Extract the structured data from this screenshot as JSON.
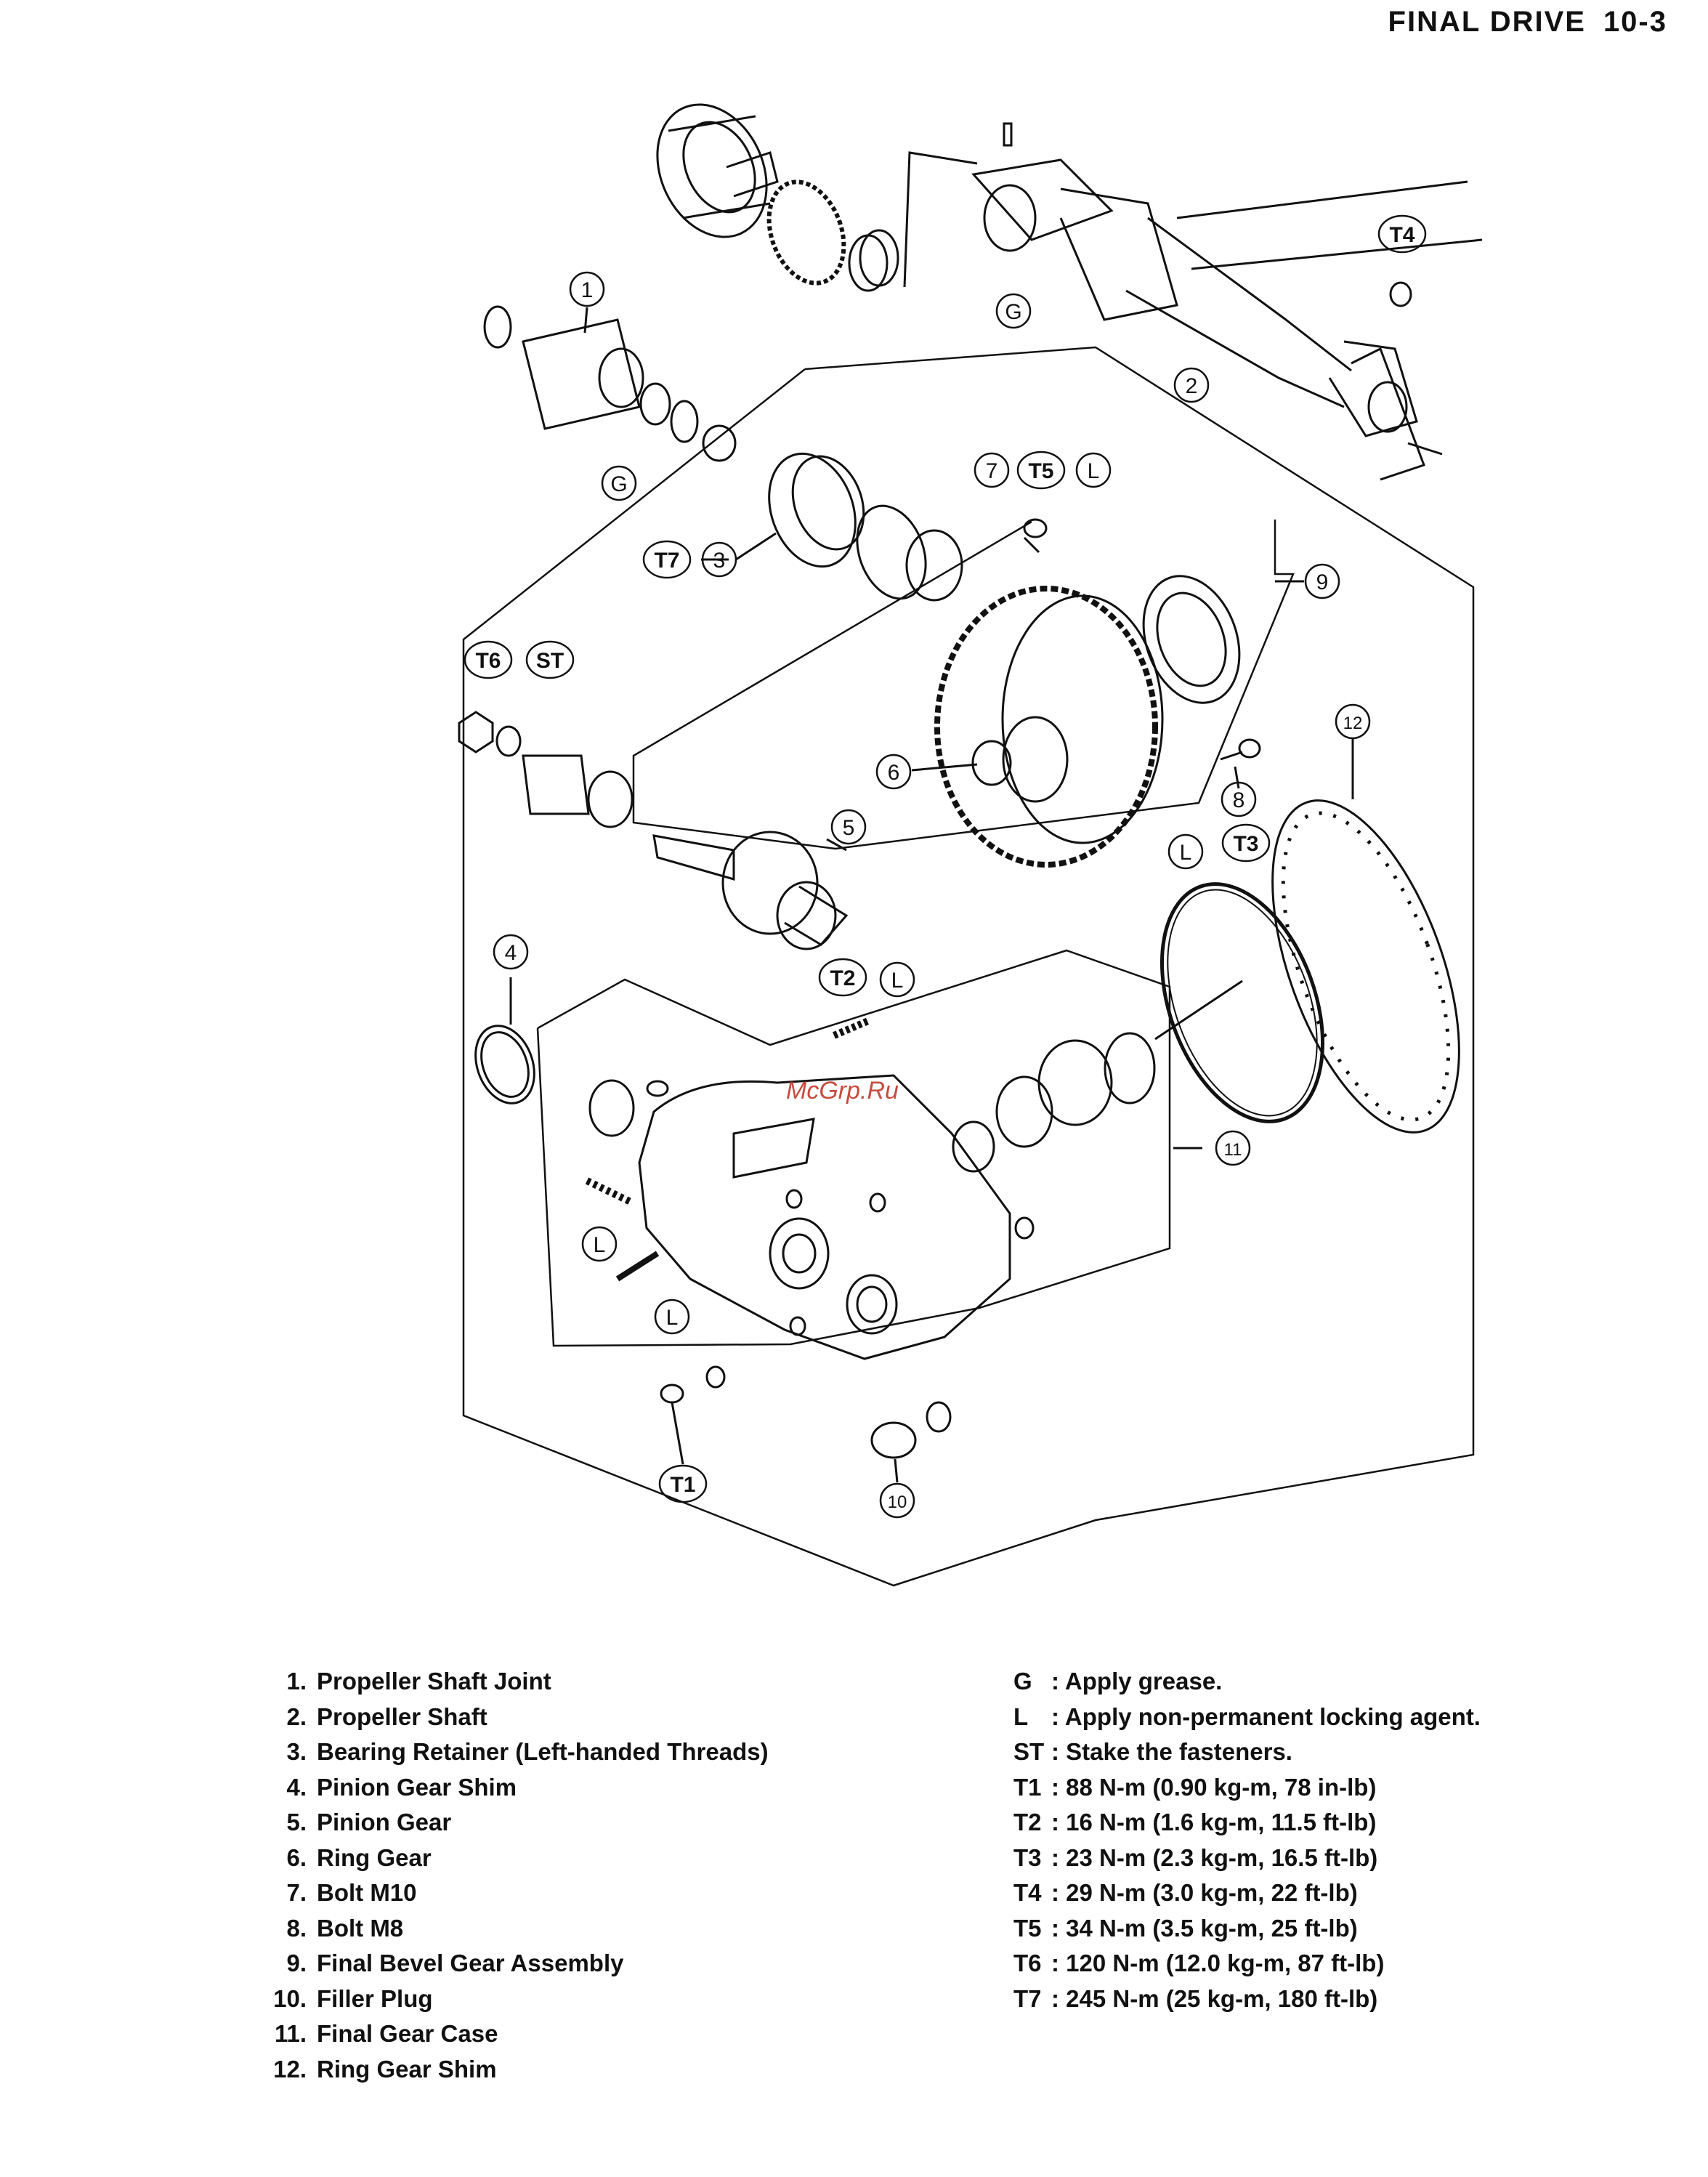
{
  "header": {
    "section": "FINAL DRIVE",
    "page": "10-3"
  },
  "watermark": "McGrp.Ru",
  "callouts": [
    {
      "id": "c1",
      "text": "1"
    },
    {
      "id": "c2",
      "text": "2"
    },
    {
      "id": "c3",
      "text": "3"
    },
    {
      "id": "c4",
      "text": "4"
    },
    {
      "id": "c5",
      "text": "5"
    },
    {
      "id": "c6",
      "text": "6"
    },
    {
      "id": "c7",
      "text": "7"
    },
    {
      "id": "c8",
      "text": "8"
    },
    {
      "id": "c9",
      "text": "9"
    },
    {
      "id": "c10",
      "text": "10"
    },
    {
      "id": "c11",
      "text": "11"
    },
    {
      "id": "c12",
      "text": "12"
    },
    {
      "id": "cG1",
      "text": "G"
    },
    {
      "id": "cG2",
      "text": "G"
    },
    {
      "id": "cL1",
      "text": "L"
    },
    {
      "id": "cL2",
      "text": "L"
    },
    {
      "id": "cL3",
      "text": "L"
    },
    {
      "id": "cL4",
      "text": "L"
    },
    {
      "id": "cL5",
      "text": "L"
    },
    {
      "id": "cT1",
      "text": "T1"
    },
    {
      "id": "cT2",
      "text": "T2"
    },
    {
      "id": "cT3",
      "text": "T3"
    },
    {
      "id": "cT4",
      "text": "T4"
    },
    {
      "id": "cT5",
      "text": "T5"
    },
    {
      "id": "cT6",
      "text": "T6"
    },
    {
      "id": "cT7",
      "text": "T7"
    },
    {
      "id": "cST",
      "text": "ST"
    }
  ],
  "parts": [
    {
      "num": "1.",
      "name": "Propeller Shaft Joint"
    },
    {
      "num": "2.",
      "name": "Propeller Shaft"
    },
    {
      "num": "3.",
      "name": "Bearing Retainer (Left-handed Threads)"
    },
    {
      "num": "4.",
      "name": "Pinion Gear Shim"
    },
    {
      "num": "5.",
      "name": "Pinion Gear"
    },
    {
      "num": "6.",
      "name": "Ring Gear"
    },
    {
      "num": "7.",
      "name": "Bolt M10"
    },
    {
      "num": "8.",
      "name": "Bolt M8"
    },
    {
      "num": "9.",
      "name": "Final Bevel Gear Assembly"
    },
    {
      "num": "10.",
      "name": "Filler Plug"
    },
    {
      "num": "11.",
      "name": "Final Gear Case"
    },
    {
      "num": "12.",
      "name": "Ring Gear Shim"
    }
  ],
  "notes": [
    {
      "code": "G",
      "text": ": Apply grease."
    },
    {
      "code": "L",
      "text": ": Apply non-permanent locking agent."
    },
    {
      "code": "ST",
      "text": ": Stake the fasteners."
    },
    {
      "code": "T1",
      "text": ": 88 N-m (0.90 kg-m, 78 in-lb)"
    },
    {
      "code": "T2",
      "text": ": 16 N-m (1.6 kg-m, 11.5 ft-lb)"
    },
    {
      "code": "T3",
      "text": ": 23 N-m (2.3 kg-m, 16.5 ft-lb)"
    },
    {
      "code": "T4",
      "text": ": 29 N-m (3.0 kg-m, 22 ft-lb)"
    },
    {
      "code": "T5",
      "text": ": 34 N-m (3.5 kg-m, 25 ft-lb)"
    },
    {
      "code": "T6",
      "text": ": 120 N-m (12.0 kg-m, 87 ft-lb)"
    },
    {
      "code": "T7",
      "text": ": 245 N-m (25 kg-m, 180 ft-lb)"
    }
  ]
}
